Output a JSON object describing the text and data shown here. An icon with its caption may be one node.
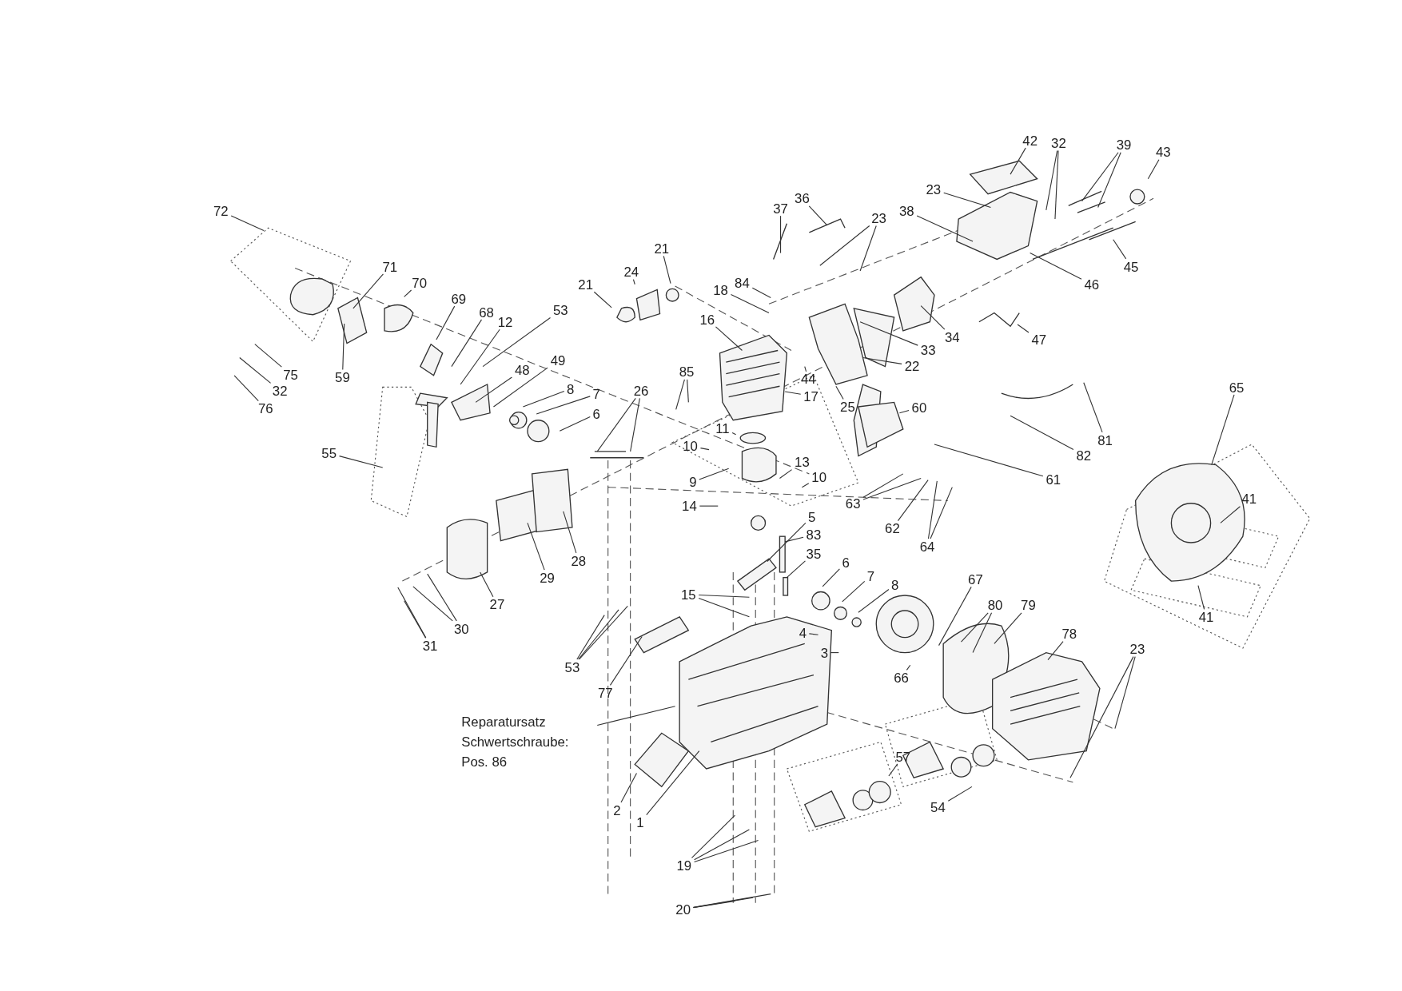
{
  "diagram": {
    "nodes": [
      {
        "text": [
          "72"
        ]
      },
      {
        "text": [
          "71"
        ]
      },
      {
        "text": [
          "70"
        ]
      },
      {
        "text": [
          "69"
        ]
      },
      {
        "text": [
          "68"
        ]
      },
      {
        "text": [
          "12"
        ]
      },
      {
        "text": [
          "53"
        ]
      },
      {
        "text": [
          "48"
        ]
      },
      {
        "text": [
          "49"
        ]
      },
      {
        "text": [
          "8"
        ]
      },
      {
        "text": [
          "7"
        ]
      },
      {
        "text": [
          "6"
        ]
      },
      {
        "text": [
          "59"
        ]
      },
      {
        "text": [
          "75"
        ]
      },
      {
        "text": [
          "32"
        ]
      },
      {
        "text": [
          "76"
        ]
      },
      {
        "text": [
          "55"
        ]
      },
      {
        "text": [
          "21"
        ]
      },
      {
        "text": [
          "24"
        ]
      },
      {
        "text": [
          "21"
        ]
      },
      {
        "text": [
          "37"
        ]
      },
      {
        "text": [
          "36"
        ]
      },
      {
        "text": [
          "84"
        ]
      },
      {
        "text": [
          "18"
        ]
      },
      {
        "text": [
          "16"
        ]
      },
      {
        "text": [
          "23"
        ]
      },
      {
        "text": [
          "42"
        ]
      },
      {
        "text": [
          "32"
        ]
      },
      {
        "text": [
          "39"
        ]
      },
      {
        "text": [
          "43"
        ]
      },
      {
        "text": [
          "23"
        ]
      },
      {
        "text": [
          "38"
        ]
      },
      {
        "text": [
          "46"
        ]
      },
      {
        "text": [
          "45"
        ]
      },
      {
        "text": [
          "47"
        ]
      },
      {
        "text": [
          "34"
        ]
      },
      {
        "text": [
          "33"
        ]
      },
      {
        "text": [
          "22"
        ]
      },
      {
        "text": [
          "44"
        ]
      },
      {
        "text": [
          "17"
        ]
      },
      {
        "text": [
          "25"
        ]
      },
      {
        "text": [
          "85"
        ]
      },
      {
        "text": [
          "26"
        ]
      },
      {
        "text": [
          "11"
        ]
      },
      {
        "text": [
          "10"
        ]
      },
      {
        "text": [
          "13"
        ]
      },
      {
        "text": [
          "10"
        ]
      },
      {
        "text": [
          "9"
        ]
      },
      {
        "text": [
          "60"
        ]
      },
      {
        "text": [
          "81"
        ]
      },
      {
        "text": [
          "82"
        ]
      },
      {
        "text": [
          "61"
        ]
      },
      {
        "text": [
          "65"
        ]
      },
      {
        "text": [
          "63"
        ]
      },
      {
        "text": [
          "62"
        ]
      },
      {
        "text": [
          "64"
        ]
      },
      {
        "text": [
          "14"
        ]
      },
      {
        "text": [
          "5"
        ]
      },
      {
        "text": [
          "83"
        ]
      },
      {
        "text": [
          "35"
        ]
      },
      {
        "text": [
          "29"
        ]
      },
      {
        "text": [
          "28"
        ]
      },
      {
        "text": [
          "27"
        ]
      },
      {
        "text": [
          "6"
        ]
      },
      {
        "text": [
          "7"
        ]
      },
      {
        "text": [
          "8"
        ]
      },
      {
        "text": [
          "41"
        ]
      },
      {
        "text": [
          "41"
        ]
      },
      {
        "text": [
          "15"
        ]
      },
      {
        "text": [
          "4"
        ]
      },
      {
        "text": [
          "3"
        ]
      },
      {
        "text": [
          "67"
        ]
      },
      {
        "text": [
          "80"
        ]
      },
      {
        "text": [
          "79"
        ]
      },
      {
        "text": [
          "66"
        ]
      },
      {
        "text": [
          "78"
        ]
      },
      {
        "text": [
          "23"
        ]
      },
      {
        "text": [
          "30"
        ]
      },
      {
        "text": [
          "31"
        ]
      },
      {
        "text": [
          "53"
        ]
      },
      {
        "text": [
          "77"
        ]
      },
      {
        "text": [
          "Reparatursatz Schwertschraube: Pos. 86"
        ]
      },
      {
        "text": [
          "57"
        ]
      },
      {
        "text": [
          "54"
        ]
      },
      {
        "text": [
          "2"
        ]
      },
      {
        "text": [
          "1"
        ]
      },
      {
        "text": [
          "19"
        ]
      },
      {
        "text": [
          "20"
        ]
      }
    ],
    "edges": [
      {
        "from": 0,
        "to": null,
        "arrow": "none"
      },
      {
        "from": 1,
        "to": null,
        "arrow": "none"
      },
      {
        "from": 2,
        "to": null,
        "arrow": "none"
      },
      {
        "from": 3,
        "to": null,
        "arrow": "none"
      },
      {
        "from": 4,
        "to": null,
        "arrow": "none"
      },
      {
        "from": 5,
        "to": null,
        "arrow": "none"
      },
      {
        "from": 6,
        "to": null,
        "arrow": "none"
      },
      {
        "from": 7,
        "to": null,
        "arrow": "none"
      },
      {
        "from": 8,
        "to": null,
        "arrow": "none"
      },
      {
        "from": 9,
        "to": null,
        "arrow": "none"
      },
      {
        "from": 10,
        "to": null,
        "arrow": "none"
      },
      {
        "from": 11,
        "to": null,
        "arrow": "none"
      },
      {
        "from": 12,
        "to": null,
        "arrow": "none"
      },
      {
        "from": 13,
        "to": null,
        "arrow": "none"
      },
      {
        "from": 14,
        "to": null,
        "arrow": "none"
      },
      {
        "from": 15,
        "to": null,
        "arrow": "none"
      },
      {
        "from": 16,
        "to": null,
        "arrow": "none"
      },
      {
        "from": 17,
        "to": null,
        "arrow": "none"
      },
      {
        "from": 18,
        "to": null,
        "arrow": "none"
      },
      {
        "from": 19,
        "to": null,
        "arrow": "none"
      },
      {
        "from": 20,
        "to": null,
        "arrow": "none"
      },
      {
        "from": 21,
        "to": null,
        "arrow": "none"
      },
      {
        "from": 22,
        "to": null,
        "arrow": "none"
      },
      {
        "from": 23,
        "to": null,
        "arrow": "none"
      },
      {
        "from": 24,
        "to": null,
        "arrow": "none"
      },
      {
        "from": 25,
        "to": null,
        "arrow": "none"
      },
      {
        "from": 25,
        "to": null,
        "arrow": "none"
      },
      {
        "from": 26,
        "to": null,
        "arrow": "none"
      },
      {
        "from": 27,
        "to": null,
        "arrow": "none"
      },
      {
        "from": 27,
        "to": null,
        "arrow": "none"
      },
      {
        "from": 28,
        "to": null,
        "arrow": "none"
      },
      {
        "from": 28,
        "to": null,
        "arrow": "none"
      },
      {
        "from": 29,
        "to": null,
        "arrow": "none"
      },
      {
        "from": 30,
        "to": null,
        "arrow": "none"
      },
      {
        "from": 31,
        "to": null,
        "arrow": "none"
      },
      {
        "from": 32,
        "to": null,
        "arrow": "none"
      },
      {
        "from": 33,
        "to": null,
        "arrow": "none"
      },
      {
        "from": 34,
        "to": null,
        "arrow": "none"
      },
      {
        "from": 35,
        "to": null,
        "arrow": "none"
      },
      {
        "from": 36,
        "to": null,
        "arrow": "none"
      },
      {
        "from": 37,
        "to": null,
        "arrow": "none"
      },
      {
        "from": 38,
        "to": null,
        "arrow": "none"
      },
      {
        "from": 39,
        "to": null,
        "arrow": "none"
      },
      {
        "from": 40,
        "to": null,
        "arrow": "none"
      },
      {
        "from": 41,
        "to": null,
        "arrow": "none"
      },
      {
        "from": 41,
        "to": null,
        "arrow": "none"
      },
      {
        "from": 42,
        "to": null,
        "arrow": "none"
      },
      {
        "from": 42,
        "to": null,
        "arrow": "none"
      },
      {
        "from": 43,
        "to": null,
        "arrow": "none"
      },
      {
        "from": 44,
        "to": null,
        "arrow": "none"
      },
      {
        "from": 45,
        "to": null,
        "arrow": "none"
      },
      {
        "from": 46,
        "to": null,
        "arrow": "none"
      },
      {
        "from": 47,
        "to": null,
        "arrow": "none"
      },
      {
        "from": 48,
        "to": null,
        "arrow": "none"
      },
      {
        "from": 49,
        "to": null,
        "arrow": "none"
      },
      {
        "from": 50,
        "to": null,
        "arrow": "none"
      },
      {
        "from": 51,
        "to": null,
        "arrow": "none"
      },
      {
        "from": 52,
        "to": null,
        "arrow": "none"
      },
      {
        "from": 53,
        "to": null,
        "arrow": "none"
      },
      {
        "from": 53,
        "to": null,
        "arrow": "none"
      },
      {
        "from": 54,
        "to": null,
        "arrow": "none"
      },
      {
        "from": 55,
        "to": null,
        "arrow": "none"
      },
      {
        "from": 55,
        "to": null,
        "arrow": "none"
      },
      {
        "from": 56,
        "to": null,
        "arrow": "none"
      },
      {
        "from": 57,
        "to": null,
        "arrow": "none"
      },
      {
        "from": 58,
        "to": null,
        "arrow": "none"
      },
      {
        "from": 59,
        "to": null,
        "arrow": "none"
      },
      {
        "from": 60,
        "to": null,
        "arrow": "none"
      },
      {
        "from": 61,
        "to": null,
        "arrow": "none"
      },
      {
        "from": 62,
        "to": null,
        "arrow": "none"
      },
      {
        "from": 63,
        "to": null,
        "arrow": "none"
      },
      {
        "from": 64,
        "to": null,
        "arrow": "none"
      },
      {
        "from": 65,
        "to": null,
        "arrow": "none"
      },
      {
        "from": 66,
        "to": null,
        "arrow": "none"
      },
      {
        "from": 67,
        "to": null,
        "arrow": "none"
      },
      {
        "from": 68,
        "to": null,
        "arrow": "none"
      },
      {
        "from": 68,
        "to": null,
        "arrow": "none"
      },
      {
        "from": 69,
        "to": null,
        "arrow": "none"
      },
      {
        "from": 70,
        "to": null,
        "arrow": "none"
      },
      {
        "from": 71,
        "to": null,
        "arrow": "none"
      },
      {
        "from": 72,
        "to": null,
        "arrow": "none"
      },
      {
        "from": 72,
        "to": null,
        "arrow": "none"
      },
      {
        "from": 73,
        "to": null,
        "arrow": "none"
      },
      {
        "from": 74,
        "to": null,
        "arrow": "none"
      },
      {
        "from": 75,
        "to": null,
        "arrow": "none"
      },
      {
        "from": 76,
        "to": null,
        "arrow": "none"
      },
      {
        "from": 76,
        "to": null,
        "arrow": "none"
      },
      {
        "from": 77,
        "to": null,
        "arrow": "none"
      },
      {
        "from": 77,
        "to": null,
        "arrow": "none"
      },
      {
        "from": 78,
        "to": null,
        "arrow": "none"
      },
      {
        "from": 78,
        "to": null,
        "arrow": "none"
      },
      {
        "from": 79,
        "to": null,
        "arrow": "none"
      },
      {
        "from": 79,
        "to": null,
        "arrow": "none"
      },
      {
        "from": 79,
        "to": null,
        "arrow": "none"
      },
      {
        "from": 80,
        "to": null,
        "arrow": "none"
      },
      {
        "from": 81,
        "to": null,
        "arrow": "none"
      },
      {
        "from": 82,
        "to": null,
        "arrow": "none"
      },
      {
        "from": 83,
        "to": null,
        "arrow": "none"
      },
      {
        "from": 84,
        "to": null,
        "arrow": "none"
      },
      {
        "from": 85,
        "to": null,
        "arrow": "none"
      },
      {
        "from": 86,
        "to": null,
        "arrow": "none"
      },
      {
        "from": 86,
        "to": null,
        "arrow": "none"
      },
      {
        "from": 86,
        "to": null,
        "arrow": "none"
      },
      {
        "from": 87,
        "to": null,
        "arrow": "none"
      },
      {
        "from": 87,
        "to": null,
        "arrow": "none"
      },
      {
        "from": 87,
        "to": null,
        "arrow": "none"
      }
    ]
  }
}
